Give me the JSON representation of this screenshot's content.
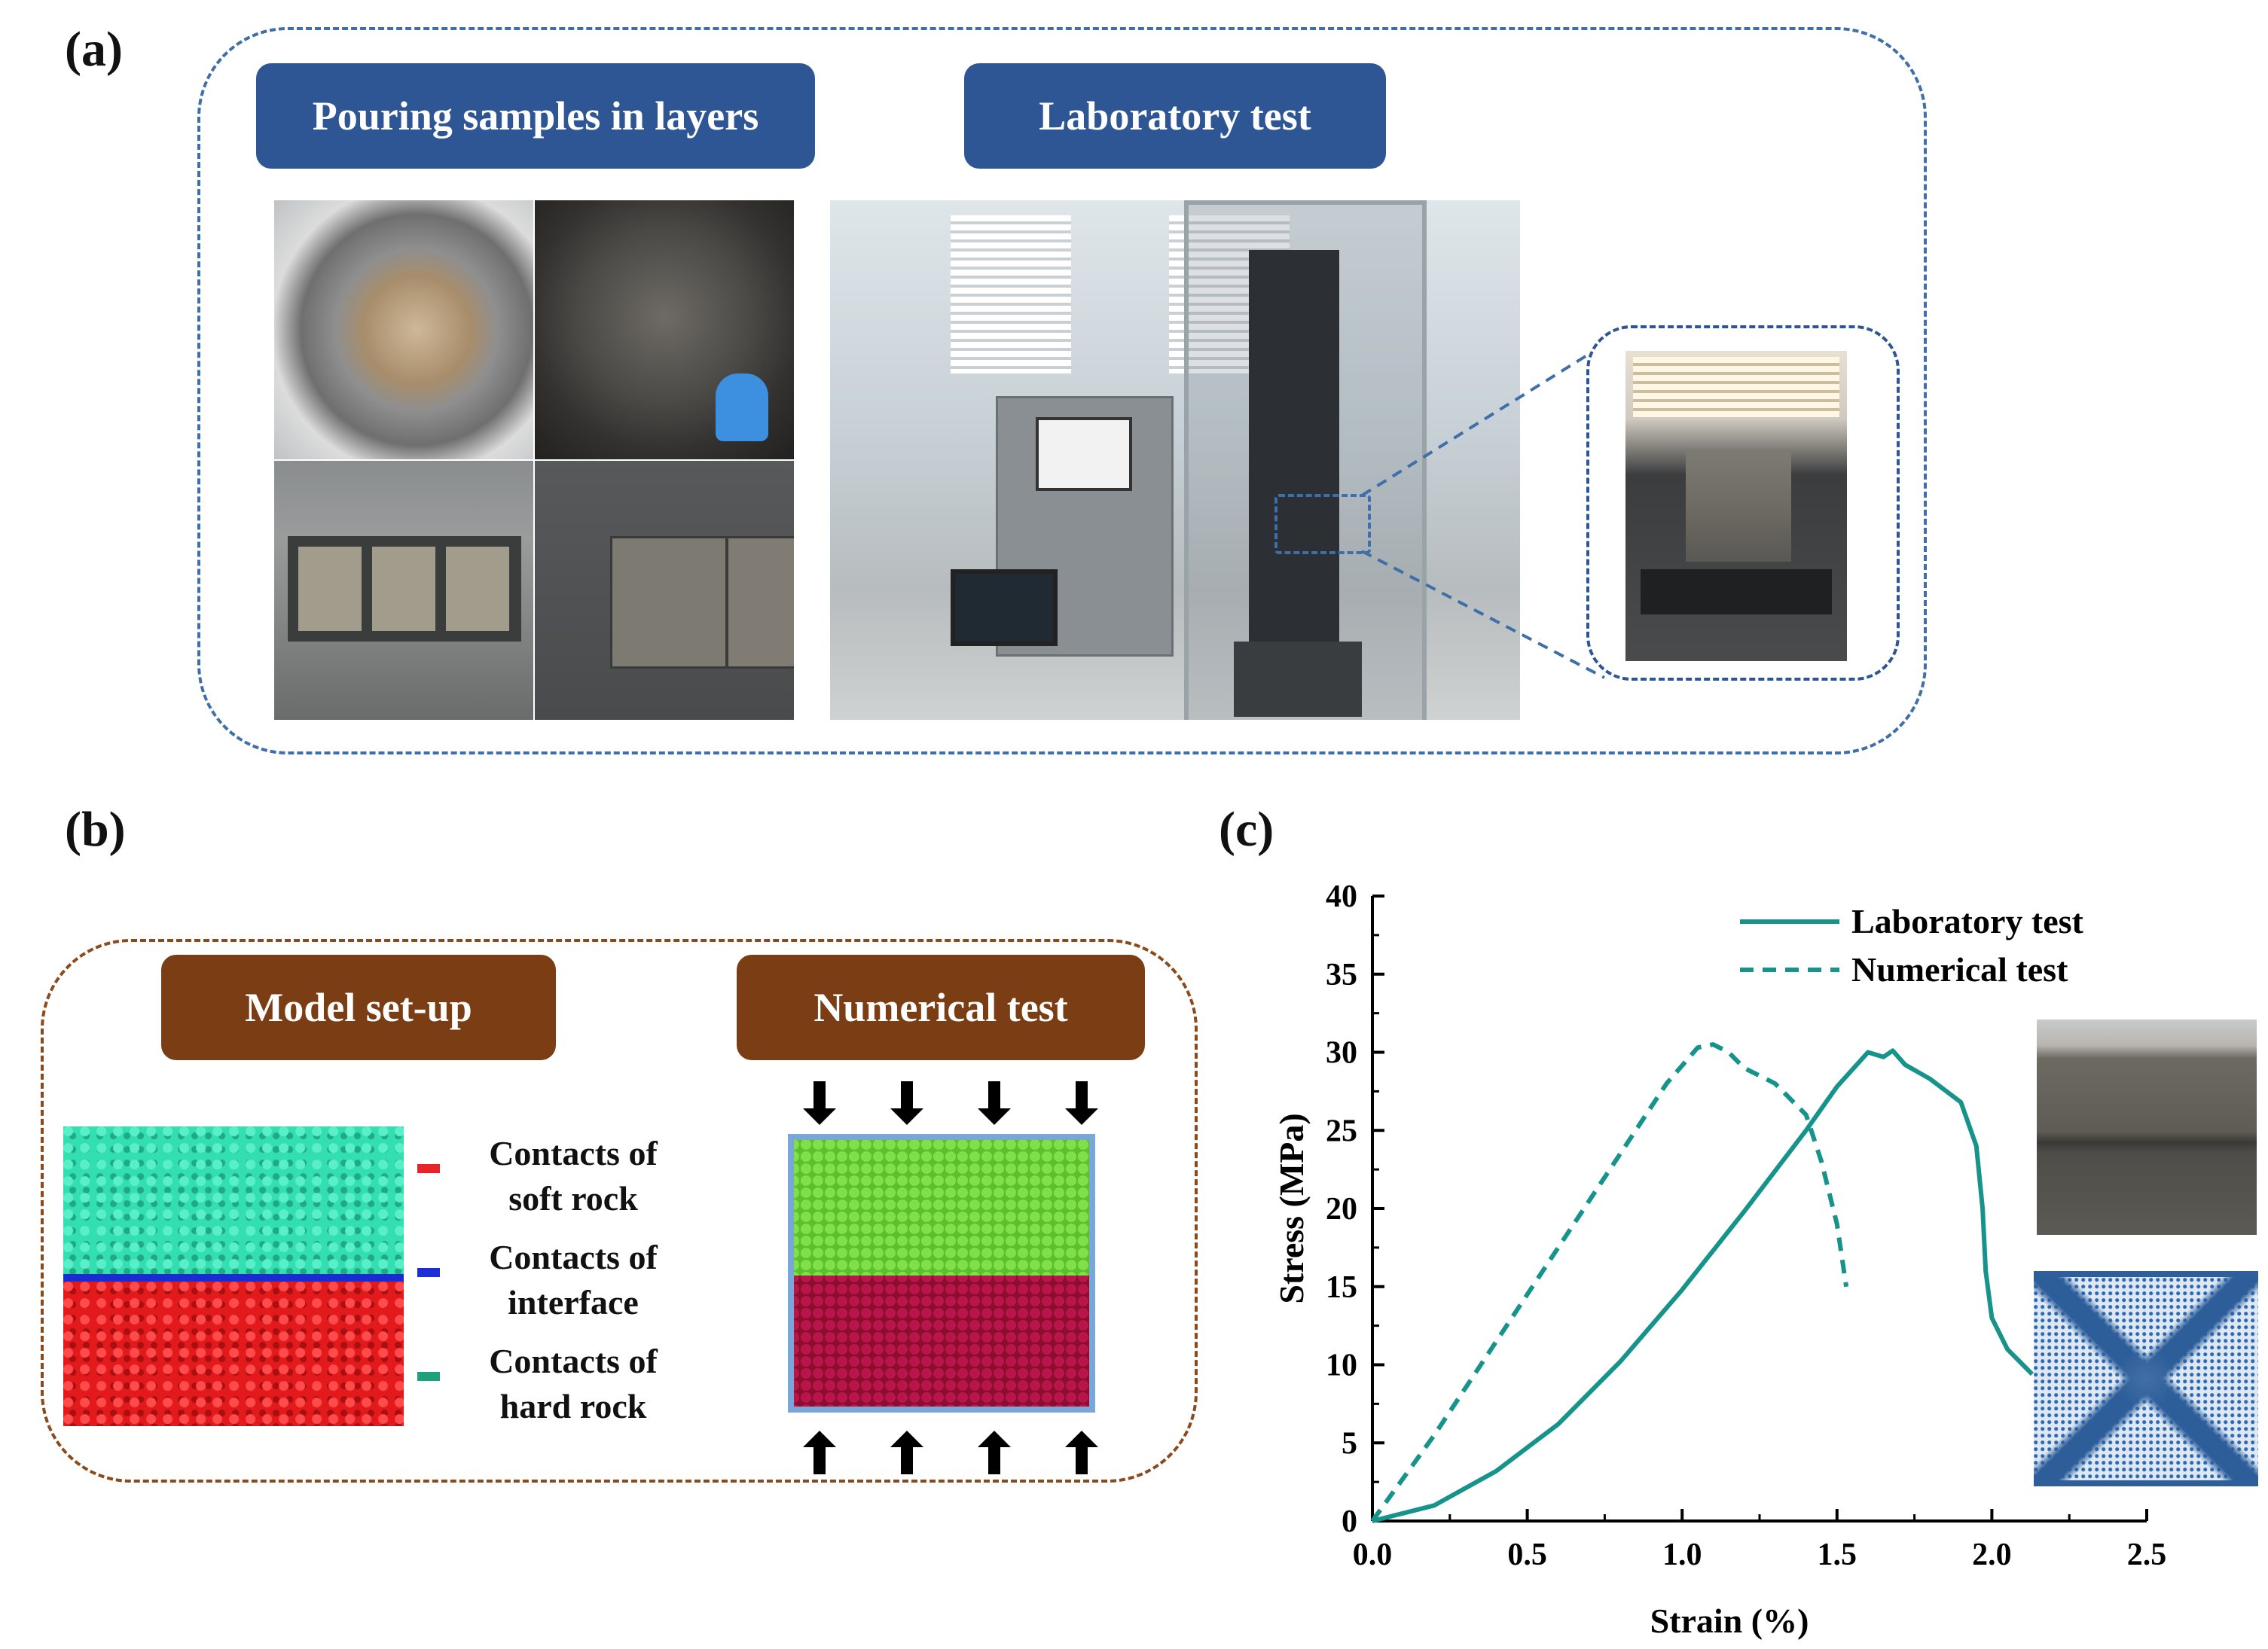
{
  "panels": {
    "a": {
      "label": "(a)",
      "pill_pouring": "Pouring samples in layers",
      "pill_lab": "Laboratory test"
    },
    "b": {
      "label": "(b)",
      "pill_model": "Model set-up",
      "pill_numerical": "Numerical test",
      "legend": [
        {
          "line1": "Contacts of",
          "line2": "soft rock",
          "color": "#e8242a"
        },
        {
          "line1": "Contacts of",
          "line2": "interface",
          "color": "#1c2fd6"
        },
        {
          "line1": "Contacts of",
          "line2": "hard rock",
          "color": "#20a07a"
        }
      ],
      "colors": {
        "soft": "#e31a1c",
        "hard": "#2ee0b0",
        "interface": "#1a2bd1",
        "green_balls": "#6fd23a",
        "red_balls": "#b3123e"
      }
    },
    "c": {
      "label": "(c)"
    }
  },
  "chart_data": {
    "type": "line",
    "xlabel": "Strain (%)",
    "ylabel": "Stress (MPa)",
    "xlim": [
      0,
      2.5
    ],
    "ylim": [
      0,
      40
    ],
    "xticks": [
      "0.0",
      "0.5",
      "1.0",
      "1.5",
      "2.0",
      "2.5"
    ],
    "yticks": [
      "0",
      "5",
      "10",
      "15",
      "20",
      "25",
      "30",
      "35",
      "40"
    ],
    "legend_position": "top-right",
    "series": [
      {
        "name": "Laboratory test",
        "style": "solid",
        "color": "#16938a",
        "x": [
          0,
          0.2,
          0.4,
          0.6,
          0.8,
          1.0,
          1.2,
          1.4,
          1.5,
          1.6,
          1.65,
          1.68,
          1.72,
          1.8,
          1.9,
          1.95,
          1.97,
          1.98,
          2.0,
          2.05,
          2.1,
          2.13
        ],
        "y": [
          0,
          1.0,
          3.2,
          6.2,
          10.2,
          14.8,
          19.8,
          25.0,
          27.8,
          30.0,
          29.7,
          30.1,
          29.2,
          28.3,
          26.8,
          24.0,
          20.0,
          16.0,
          13.0,
          11.0,
          10.0,
          9.4
        ]
      },
      {
        "name": "Numerical test",
        "style": "dashed",
        "color": "#16938a",
        "x": [
          0,
          0.2,
          0.4,
          0.6,
          0.8,
          0.95,
          1.05,
          1.1,
          1.15,
          1.2,
          1.3,
          1.4,
          1.45,
          1.5,
          1.53
        ],
        "y": [
          0,
          5.5,
          11.5,
          17.5,
          23.5,
          28.0,
          30.3,
          30.5,
          30.0,
          29.0,
          28.0,
          26.0,
          23.0,
          19.0,
          15.0
        ]
      }
    ]
  }
}
